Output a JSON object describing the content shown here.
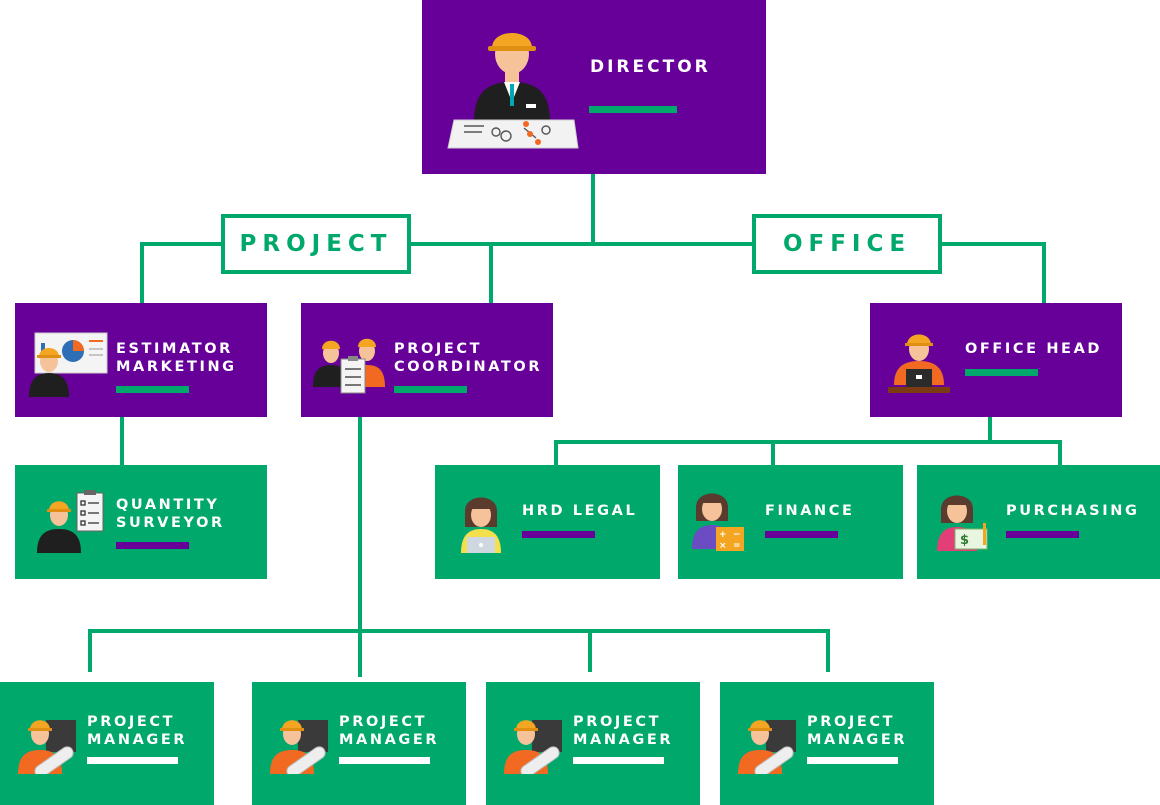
{
  "colors": {
    "purple": "#660099",
    "green": "#00a86b",
    "white": "#ffffff"
  },
  "sections": {
    "project": "PROJECT",
    "office": "OFFICE"
  },
  "nodes": {
    "director": "DIRECTOR",
    "estimator": "ESTIMATOR\nMARKETING",
    "coordinator": "PROJECT\nCOORDINATOR",
    "office_head": "OFFICE HEAD",
    "quantity_surveyor": "QUANTITY\nSURVEYOR",
    "hrd_legal": "HRD LEGAL",
    "finance": "FINANCE",
    "purchasing": "PURCHASING",
    "project_managers": [
      "PROJECT\nMANAGER",
      "PROJECT\nMANAGER",
      "PROJECT\nMANAGER",
      "PROJECT\nMANAGER"
    ]
  },
  "icons": {
    "director": "director-at-desk-with-blueprint-icon",
    "estimator": "estimator-with-chart-board-icon",
    "coordinator": "coordinator-team-with-checklist-icon",
    "office_head": "office-head-at-desk-icon",
    "quantity_surveyor": "surveyor-with-clipboard-icon",
    "hrd_legal": "woman-with-laptop-icon",
    "finance": "woman-with-calculator-icon",
    "purchasing": "woman-with-cheque-icon",
    "project_manager": "engineer-with-blueprint-roll-icon"
  }
}
